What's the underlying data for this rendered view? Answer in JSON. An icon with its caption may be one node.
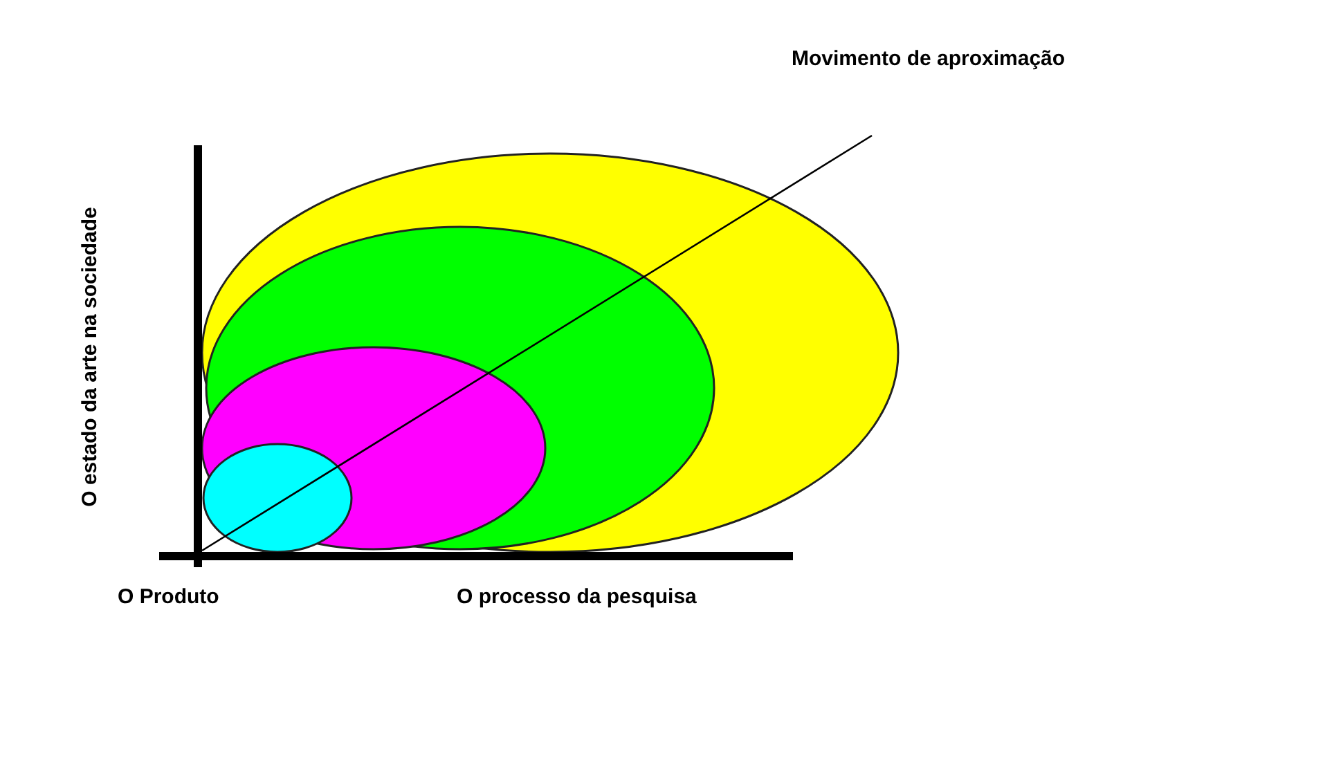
{
  "diagram": {
    "nodes": [
      {
        "text": [],
        "shape": "ellipse"
      },
      {
        "text": [],
        "shape": "ellipse",
        "in": 0
      },
      {
        "text": [],
        "shape": "ellipse",
        "in": 1
      },
      {
        "text": [],
        "shape": "ellipse",
        "in": 2
      }
    ],
    "labels": [
      "Movimento de aproximação",
      "O estado da arte na sociedade",
      "O Produto",
      "O processo da pesquisa"
    ]
  }
}
